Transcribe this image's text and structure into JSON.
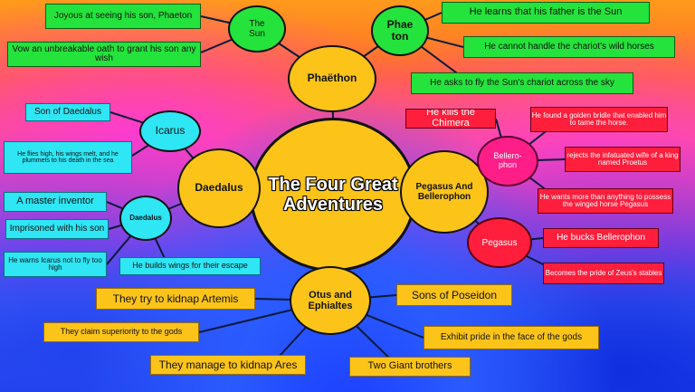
{
  "colors": {
    "main_node": "#fcc419",
    "icarus_nodes": "#2ee6f4",
    "phaeton_nodes": "#24e33c",
    "pegasus_node": "#ff1e3c",
    "bellerophon_node": "#ff1e88",
    "connector": "#0a1a3a"
  },
  "center": {
    "title": "The Four Great Adventures"
  },
  "main_nodes": {
    "phaethon": "Phaëthon",
    "daedalus": "Daedalus",
    "pegasus_bellerophon": "Pegasus And Bellerophon",
    "otus": "Otus and Ephialtes"
  },
  "sub_nodes": {
    "the_sun": "The Sun",
    "phaeton": "Phae ton",
    "icarus": "Icarus",
    "daedalus_small": "Daedalus",
    "bellerophon": "Bellero-phon",
    "pegasus": "Pegasus"
  },
  "phaethon_facts": {
    "sun_joyous": "Joyous at seeing his son, Phaeton",
    "sun_oath": "Vow an unbreakable oath to grant his son any wish",
    "learns": "He learns that his father is the Sun",
    "cannot_handle": "He cannot handle the chariot's wild horses",
    "asks_fly": "He asks to fly the Sun's chariot across the sky"
  },
  "icarus_facts": {
    "son_of": "Son of Daedalus",
    "plummets": "He flies high, his wings melt, and he plummets to his death in the sea"
  },
  "daedalus_facts": {
    "inventor": "A master inventor",
    "imprisoned": "Imprisoned with his son",
    "warns": "He warns Icarus not to fly too high",
    "builds": "He builds wings for their escape"
  },
  "bellerophon_facts": {
    "chimera": "He kills the Chimera",
    "bridle": "He found a golden bridle that enabled him to tame the horse.",
    "rejects": "rejects the infatuated wife of a king named Proetus",
    "wants": "He wants more than anything to possess the winged horse Pegasus"
  },
  "pegasus_facts": {
    "bucks": "He bucks Bellerophon",
    "pride": "Becomes the pride of Zeus's stables"
  },
  "otus_facts": {
    "kidnap_artemis": "They try to kidnap Artemis",
    "superiority": "They claim superiority to the gods",
    "kidnap_ares": "They manage to kidnap Ares",
    "sons": "Sons of Poseidon",
    "pride": "Exhibit pride in the face of the gods",
    "brothers": "Two Giant brothers"
  }
}
